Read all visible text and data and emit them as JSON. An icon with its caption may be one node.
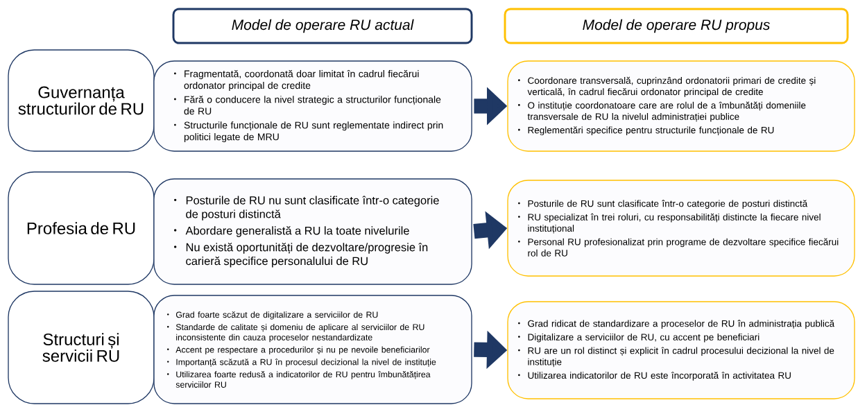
{
  "diagram": {
    "nodes": [
      {
        "text": [
          "Model de operare RU actual"
        ]
      },
      {
        "text": [
          "Model de operare RU propus"
        ]
      },
      {
        "text": [
          "Guvernanța structurilor de RU"
        ]
      },
      {
        "text": [
          "Fragmentată, coordonată doar limitat în cadrul fiecărui ordonator principal de credite",
          "Fără o conducere la nivel strategic a structurilor funcționale de RU",
          "Structurile funcționale de RU sunt reglementate indirect prin politici legate de MRU"
        ]
      },
      {
        "text": [
          "Coordonare transversală, cuprinzând ordonatorii primari de credite și verticală, în cadrul fiecărui ordonator principal de credite",
          "O instituție coordonatoare care are rolul de a îmbunătăți domeniile transversale de RU la nivelul administrației publice",
          "Reglementări specifice pentru structurile funcționale de RU"
        ]
      },
      {
        "text": [
          "Profesia de RU"
        ]
      },
      {
        "text": [
          "Posturile de RU nu sunt clasificate într-o categorie de posturi distinctă",
          "Abordare generalistă a RU la toate nivelurile",
          "Nu există oportunități de dezvoltare/progresie în carieră specifice personalului de RU"
        ]
      },
      {
        "text": [
          "Posturile de RU sunt clasificate într-o categorie de posturi distinctă",
          "RU specializat în trei roluri, cu responsabilități distincte la fiecare nivel instituțional",
          "Personal RU profesionalizat prin programe de dezvoltare specifice fiecărui rol de RU"
        ]
      },
      {
        "text": [
          "Structuri și servicii RU"
        ]
      },
      {
        "text": [
          "Grad foarte scăzut de digitalizare a serviciilor de RU",
          "Standarde de calitate și domeniu de aplicare al serviciilor de RU inconsistente din cauza proceselor nestandardizate",
          "Accent pe respectare a procedurilor și nu pe nevoile beneficiarilor",
          "Importanță scăzută a RU în procesul decizional la nivel de instituție",
          "Utilizarea  foarte redusă a indicatorilor de RU pentru îmbunătățirea serviciilor RU"
        ]
      },
      {
        "text": [
          "Grad ridicat de standardizare a proceselor de RU în administrația publică",
          "Digitalizare a serviciilor de RU, cu accent pe beneficiari",
          "RU are un rol distinct și explicit în cadrul procesului decizional la nivel de instituție",
          "Utilizarea indicatorilor de RU este încorporată în activitatea RU"
        ]
      }
    ],
    "edges": [
      {
        "from": 3,
        "to": 4,
        "arrow": "to"
      },
      {
        "from": 6,
        "to": 7,
        "arrow": "to"
      },
      {
        "from": 9,
        "to": 10,
        "arrow": "to"
      }
    ]
  }
}
